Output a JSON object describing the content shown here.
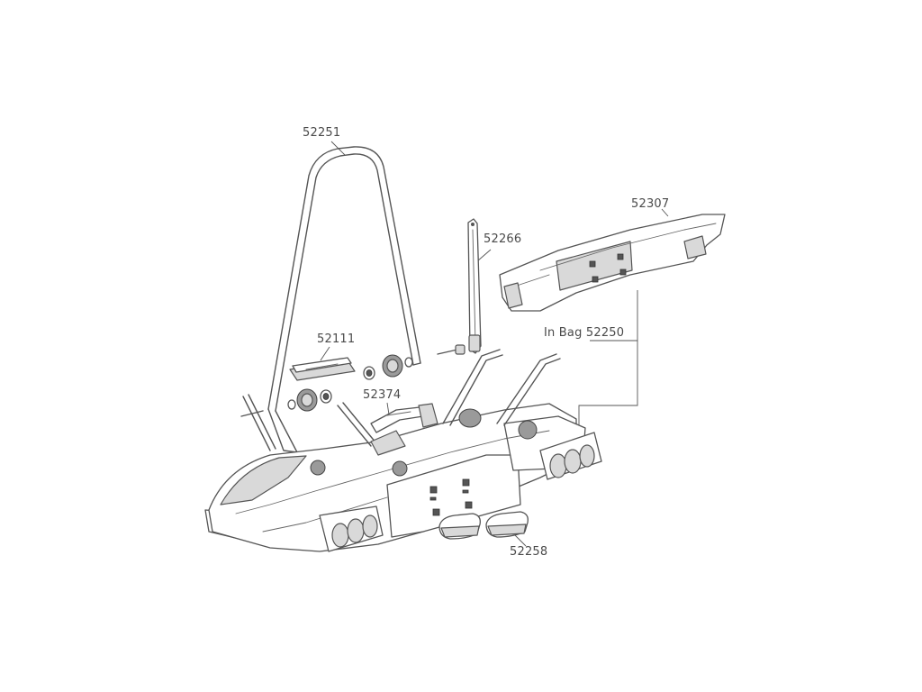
{
  "labels": {
    "rack_frame": "52251",
    "strap": "52266",
    "lamp_bar": "52307",
    "knob_cover": "52111",
    "bag": "In Bag 52250",
    "bracket": "52374",
    "foot_pad": "52258"
  }
}
